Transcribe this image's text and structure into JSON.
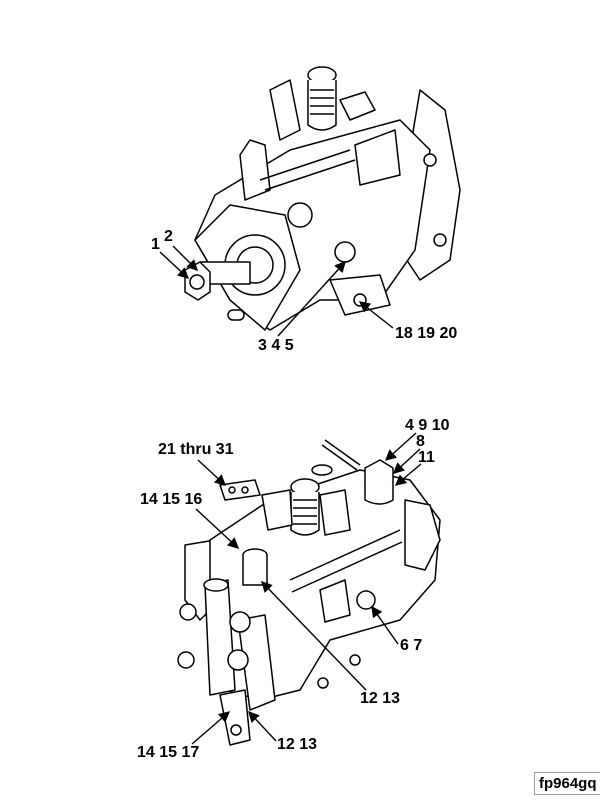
{
  "figure_id": "fp964gq",
  "top_view": {
    "callouts": [
      "1",
      "2",
      "3 4 5",
      "18 19 20"
    ]
  },
  "bottom_view": {
    "callouts": [
      "4 9 10",
      "8",
      "11",
      "21 thru 31",
      "14 15 16",
      "6 7",
      "12 13",
      "12 13",
      "14 15 17"
    ]
  }
}
